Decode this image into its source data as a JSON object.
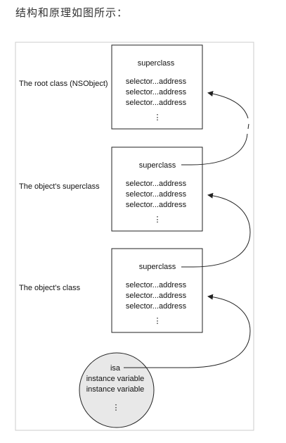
{
  "heading": "结构和原理如图所示：",
  "class_boxes": [
    {
      "label": "The root class (NSObject)",
      "superclass_label": "superclass",
      "methods": [
        "selector...address",
        "selector...address",
        "selector...address"
      ],
      "ellipsis": "⋮"
    },
    {
      "label": "The object's superclass",
      "superclass_label": "superclass",
      "methods": [
        "selector...address",
        "selector...address",
        "selector...address"
      ],
      "ellipsis": "⋮"
    },
    {
      "label": "The object's class",
      "superclass_label": "superclass",
      "methods": [
        "selector...address",
        "selector...address",
        "selector...address"
      ],
      "ellipsis": "⋮"
    }
  ],
  "instance": {
    "isa_label": "isa",
    "variables": [
      "instance variable",
      "instance variable"
    ],
    "ellipsis": "⋮"
  },
  "colors": {
    "frame_border": "#cccccc",
    "box_border": "#222222",
    "instance_fill": "#e8e8e8",
    "line": "#222222"
  }
}
